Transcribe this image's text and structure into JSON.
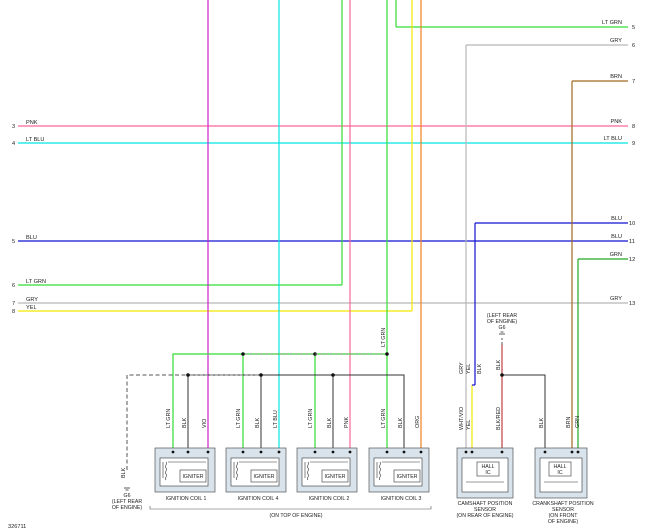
{
  "colors": {
    "pnk": "#ff6699",
    "lt_blu": "#00e5e5",
    "blu": "#1010d0",
    "lt_grn": "#33dd33",
    "gry": "#b8b8b8",
    "yel": "#f5e600",
    "vio": "#cc22cc",
    "brn": "#a06a20",
    "org": "#f08020",
    "grn": "#22aa22",
    "blk": "#333333",
    "blk_red": "#c04040",
    "wht_vio": "#c8b8e8"
  },
  "left_wires": [
    {
      "num": "3",
      "label": "PNK"
    },
    {
      "num": "4",
      "label": "LT BLU"
    },
    {
      "num": "5",
      "label": "BLU"
    },
    {
      "num": "6",
      "label": "LT GRN"
    },
    {
      "num": "7",
      "label": "GRY"
    },
    {
      "num": "8",
      "label": "YEL"
    }
  ],
  "right_wires": [
    {
      "num": "5",
      "label": "LT GRN"
    },
    {
      "num": "6",
      "label": "GRY"
    },
    {
      "num": "7",
      "label": "BRN"
    },
    {
      "num": "8",
      "label": "PNK"
    },
    {
      "num": "9",
      "label": "LT BLU"
    },
    {
      "num": "10",
      "label": "BLU"
    },
    {
      "num": "11",
      "label": "BLU"
    },
    {
      "num": "12",
      "label": "GRN"
    },
    {
      "num": "13",
      "label": "GRY"
    }
  ],
  "coil_wires": {
    "c1": [
      "LT GRN",
      "BLK",
      "VIO"
    ],
    "c4": [
      "LT GRN",
      "BLK",
      "LT BLU"
    ],
    "c2": [
      "LT GRN",
      "BLK",
      "PNK"
    ],
    "c3": [
      "LT GRN",
      "BLK",
      "ORG"
    ]
  },
  "coil_top_label": "LT GRN",
  "cam_wires": [
    "WHT/VIO",
    "YEL",
    "BLK/RED"
  ],
  "cam_top_wires": [
    "GRY",
    "YEL",
    "BLK"
  ],
  "cam_blk_label": "BLK",
  "crank_wires": [
    "BLK",
    "BRN",
    "GRN"
  ],
  "components": {
    "coil1": "IGNITION COIL 1",
    "coil4": "IGNITION COIL 4",
    "coil2": "IGNITION COIL 2",
    "coil3": "IGNITION COIL 3",
    "igniter": "IGNITER",
    "hall": [
      "HALL",
      "IC"
    ],
    "cam_caption": [
      "CAMSHAFT POSITION",
      "SENSOR",
      "(ON REAR OF ENGINE)"
    ],
    "crank_caption": [
      "CRANKSHAFT POSITION",
      "SENSOR",
      "(ON FRONT",
      "OF ENGINE)"
    ],
    "on_top": "(ON TOP OF ENGINE)"
  },
  "grounds": {
    "g6_left": [
      "BLK",
      "G6",
      "(LEFT REAR",
      "OF ENGINE)"
    ],
    "g6_cam": [
      "(LEFT REAR",
      "OF ENGINE)",
      "G6"
    ]
  },
  "footer_id": "326711"
}
